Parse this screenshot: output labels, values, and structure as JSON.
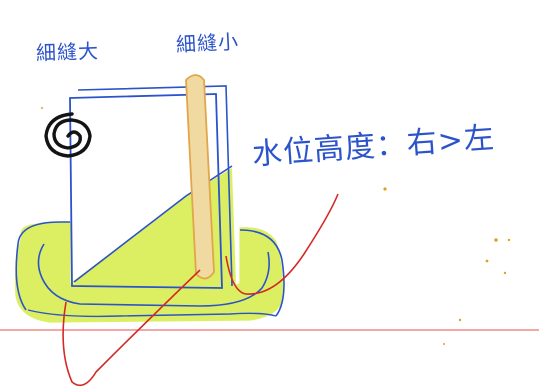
{
  "labels": {
    "left_vessel": "細縫大",
    "right_vessel": "細縫小",
    "observation": "水位高度：右>左"
  },
  "colors": {
    "ink_blue": "#2c53c9",
    "ink_red": "#d42a26",
    "ink_black": "#141414",
    "water_fill": "#dcef62",
    "stick_fill": "#f1d9a2",
    "stick_outline": "#e2a64a",
    "paper_line": "#f08a8a",
    "speck": "#e0a21e"
  }
}
